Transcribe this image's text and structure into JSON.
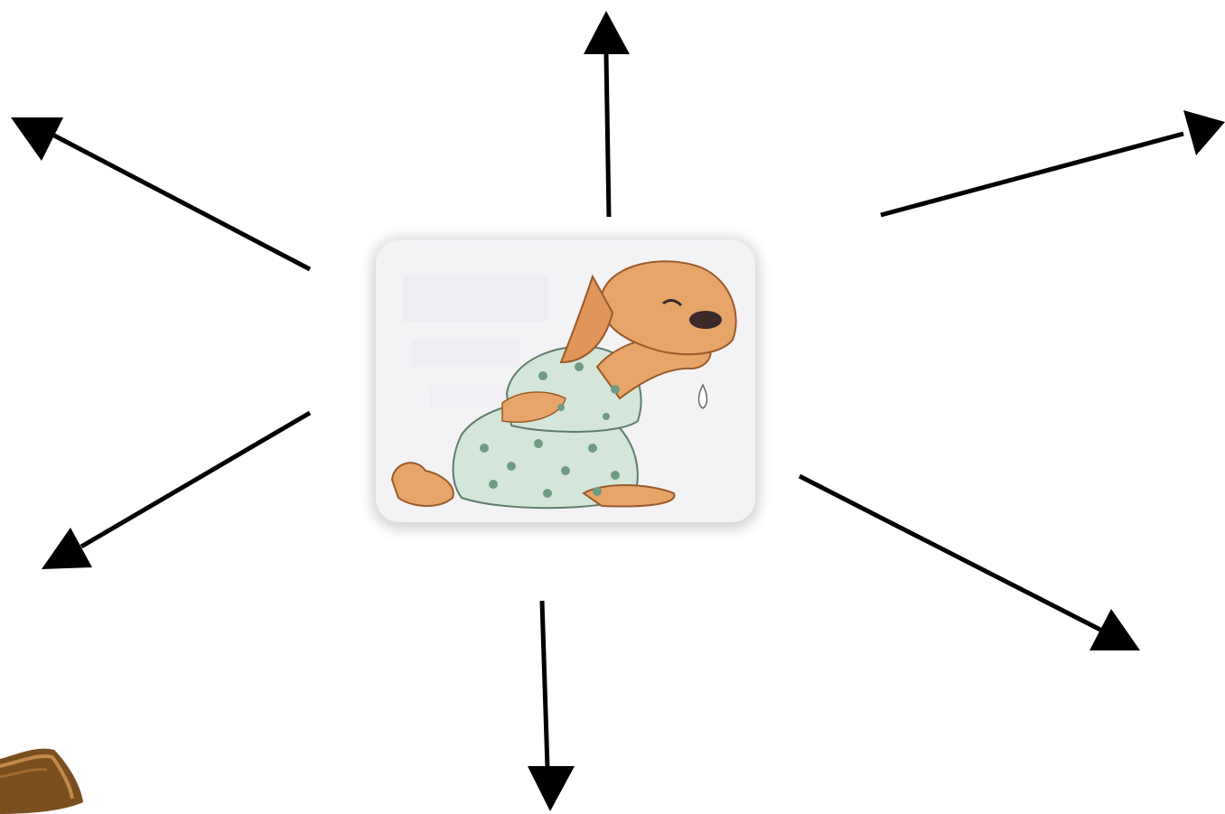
{
  "diagram": {
    "type": "spider-map",
    "center": {
      "image": "crying-dog-illustration"
    },
    "arrows": [
      {
        "name": "arrow-up"
      },
      {
        "name": "arrow-up-left"
      },
      {
        "name": "arrow-up-right"
      },
      {
        "name": "arrow-down-left"
      },
      {
        "name": "arrow-down"
      },
      {
        "name": "arrow-down-right"
      }
    ],
    "colors": {
      "arrow": "#000000",
      "dog_fur": "#e8a56a",
      "pajama": "#d3e6d9",
      "corner_object": "#7a4f1f"
    }
  }
}
